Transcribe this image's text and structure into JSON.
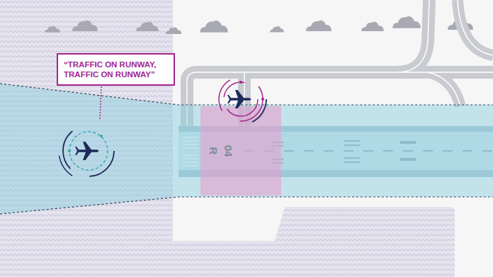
{
  "diagram": {
    "nodes": [
      {
        "text": [
          "“TRAFFIC ON RUNWAY, TRAFFIC ON RUNWAY”"
        ]
      }
    ],
    "labels": [
      "04",
      "R"
    ]
  }
}
